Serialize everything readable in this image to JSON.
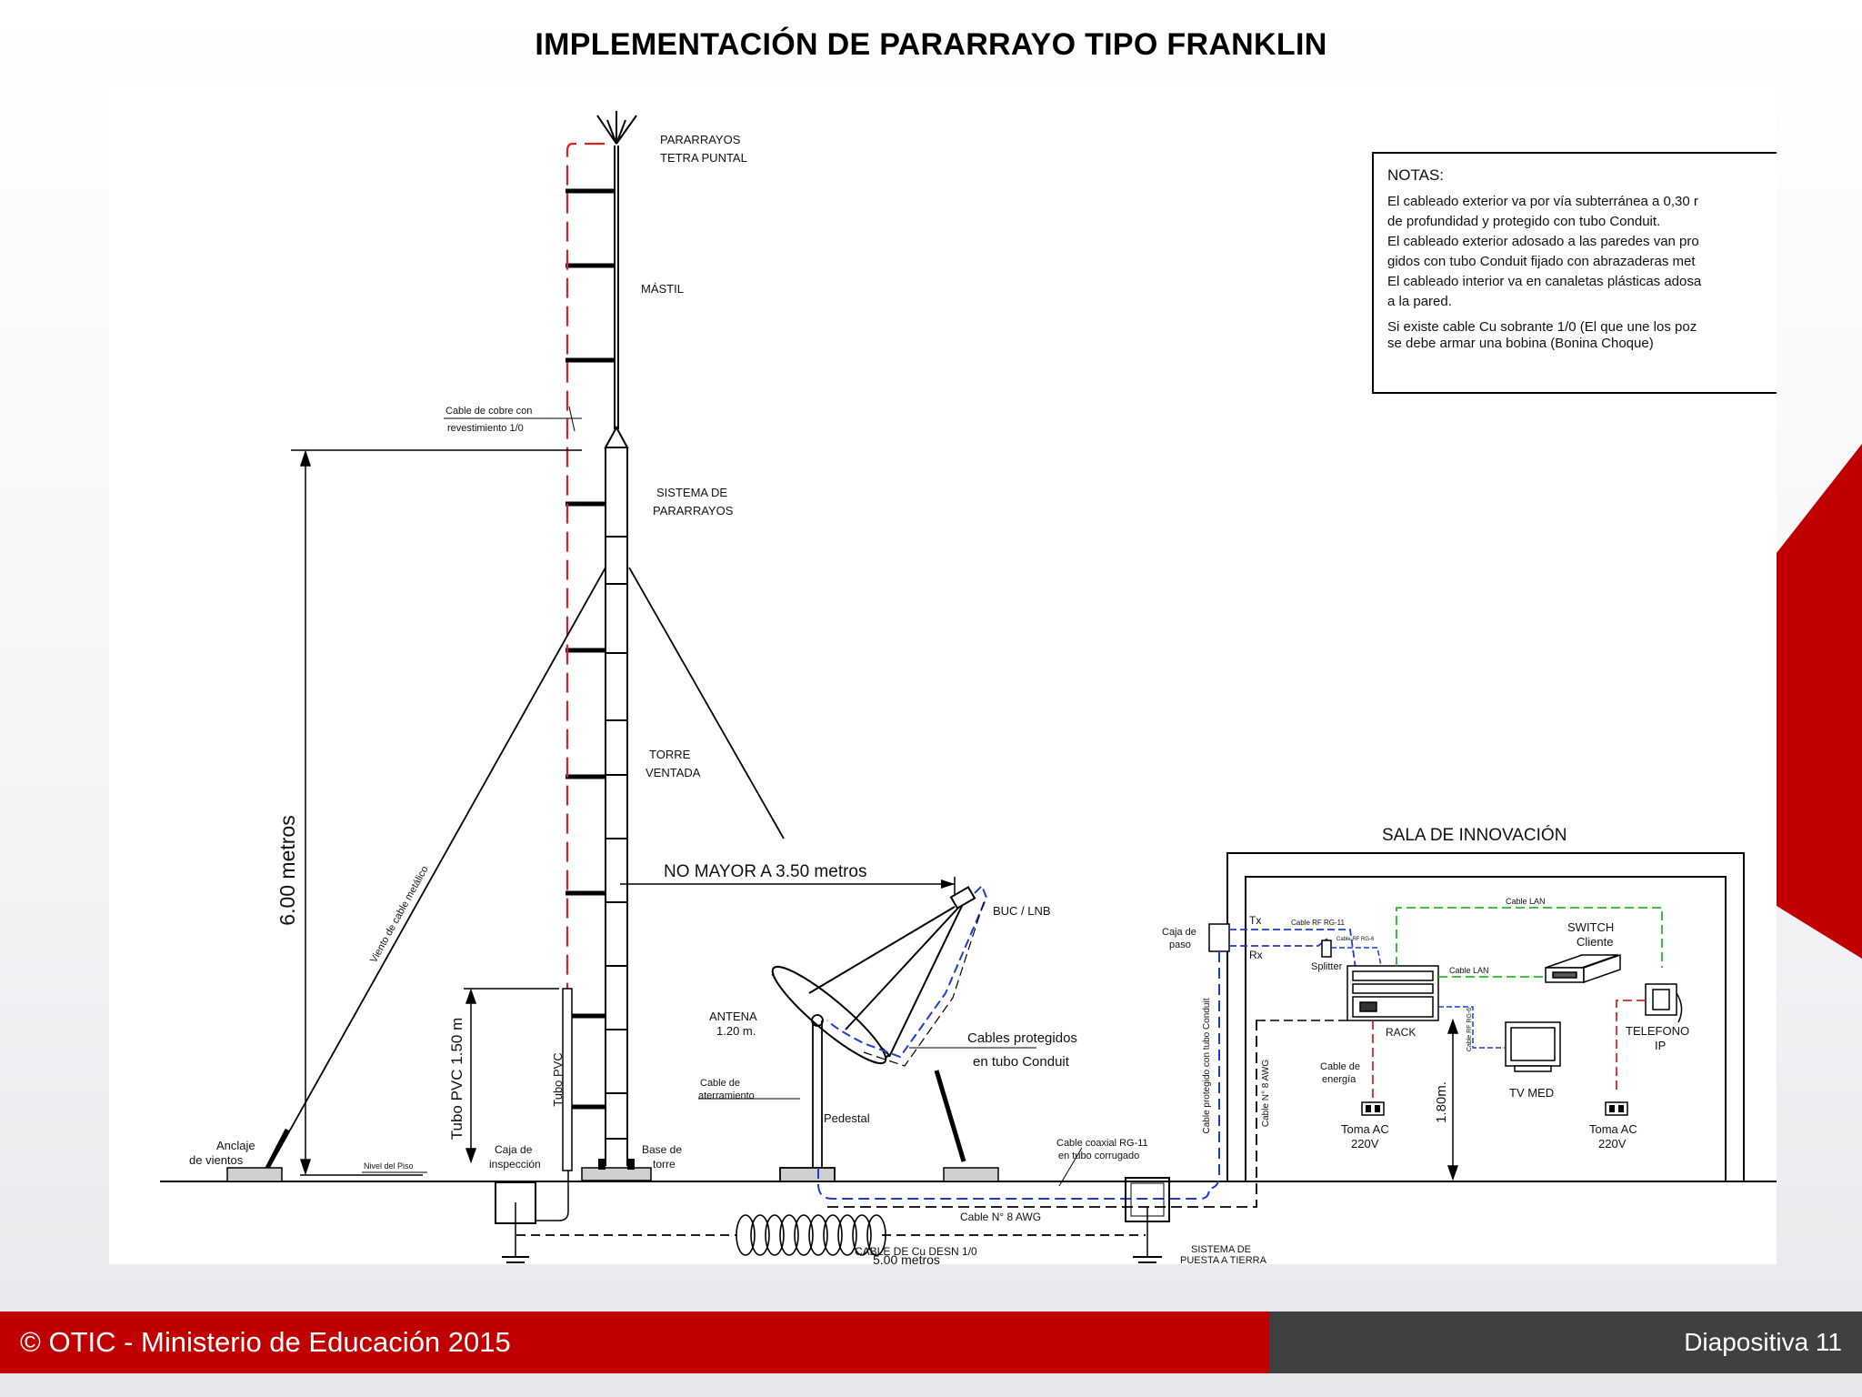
{
  "slide": {
    "title": "IMPLEMENTACIÓN DE PARARRAYO TIPO FRANKLIN",
    "footer_left": "© OTIC - Ministerio de Educación 2015",
    "footer_right": "Diapositiva 11"
  },
  "colors": {
    "accent_red": "#c00000",
    "footer_dark": "#404040",
    "rule_blue": "#2f4a9c",
    "ground_cable_red": "#e02020",
    "coax_blue": "#1e3cd0",
    "lan_green": "#22bb22"
  },
  "labels": {
    "pararrayos_1": "PARARRAYOS",
    "pararrayos_2": "TETRA PUNTAL",
    "mastil": "MÁSTIL",
    "cable_cobre_1": "Cable de cobre con",
    "cable_cobre_2": "revestimiento 1/0",
    "sistema_1": "SISTEMA DE",
    "sistema_2": "PARARRAYOS",
    "torre_1": "TORRE",
    "torre_2": "VENTADA",
    "altura": "6.00 metros",
    "viento": "Viento de cable metálico",
    "no_mayor": "NO MAYOR A 3.50 metros",
    "buc": "BUC / LNB",
    "cables_prot_1": "Cables protegidos",
    "cables_prot_2": "en tubo Conduit",
    "antena_1": "ANTENA",
    "antena_2": "1.20 m.",
    "cable_aterr_1": "Cable de",
    "cable_aterr_2": "aterramiento",
    "pedestal": "Pedestal",
    "tubo_pvc_dim": "Tubo PVC 1.50 m",
    "tubo_pvc": "Tubo PVC",
    "anclaje_1": "Anclaje",
    "anclaje_2": "de vientos",
    "nivel_piso": "Nivel del Piso",
    "caja_insp_1": "Caja de",
    "caja_insp_2": "inspección",
    "base_torre_1": "Base de",
    "base_torre_2": "torre",
    "coaxial_1": "Cable coaxial RG-11",
    "coaxial_2": "en tubo corrugado",
    "cable_n8": "Cable N° 8 AWG",
    "cable_desn_1": "CABLE DE Cu DESN 1/0",
    "cable_desn_2": "5.00 metros",
    "spt_1": "SISTEMA DE",
    "spt_2": "PUESTA A TIERRA",
    "sala": "SALA DE INNOVACIÓN",
    "caja_paso_1": "Caja de",
    "caja_paso_2": "paso",
    "tx": "Tx",
    "rx": "Rx",
    "cable_rf_1": "Cable RF RG-11",
    "cable_rf_2": "Cable RF RG-6",
    "cable_rf_3": "Cable RF RG-6",
    "splitter": "Splitter",
    "cable_lan_top": "Cable LAN",
    "cable_lan_mid": "Cable LAN",
    "switch_1": "SWITCH",
    "switch_2": "Cliente",
    "rack": "RACK",
    "cable_energia_1": "Cable de",
    "cable_energia_2": "energía",
    "toma_ac_1a": "Toma AC",
    "toma_ac_1b": "220V",
    "toma_ac_2a": "Toma AC",
    "toma_ac_2b": "220V",
    "altura_180": "1.80m.",
    "tv_med": "TV MED",
    "telefono_1": "TELEFONO",
    "telefono_2": "IP",
    "cable_conduit_v": "Cable protegido con tubo Conduit",
    "cable_n8_v": "Cable N° 8 AWG"
  },
  "notes": {
    "heading": "NOTAS:",
    "lines": [
      "El cableado exterior va por vía subterránea a 0,30 r",
      "de profundidad y protegido con tubo Conduit.",
      "El cableado exterior adosado a las paredes van pro",
      "gidos con tubo Conduit fijado con abrazaderas met",
      "El cableado interior va en canaletas plásticas adosa",
      "a la pared.",
      "Si existe cable Cu sobrante 1/0 (El que une los poz",
      "se debe armar una bobina (Bonina Choque)"
    ]
  }
}
